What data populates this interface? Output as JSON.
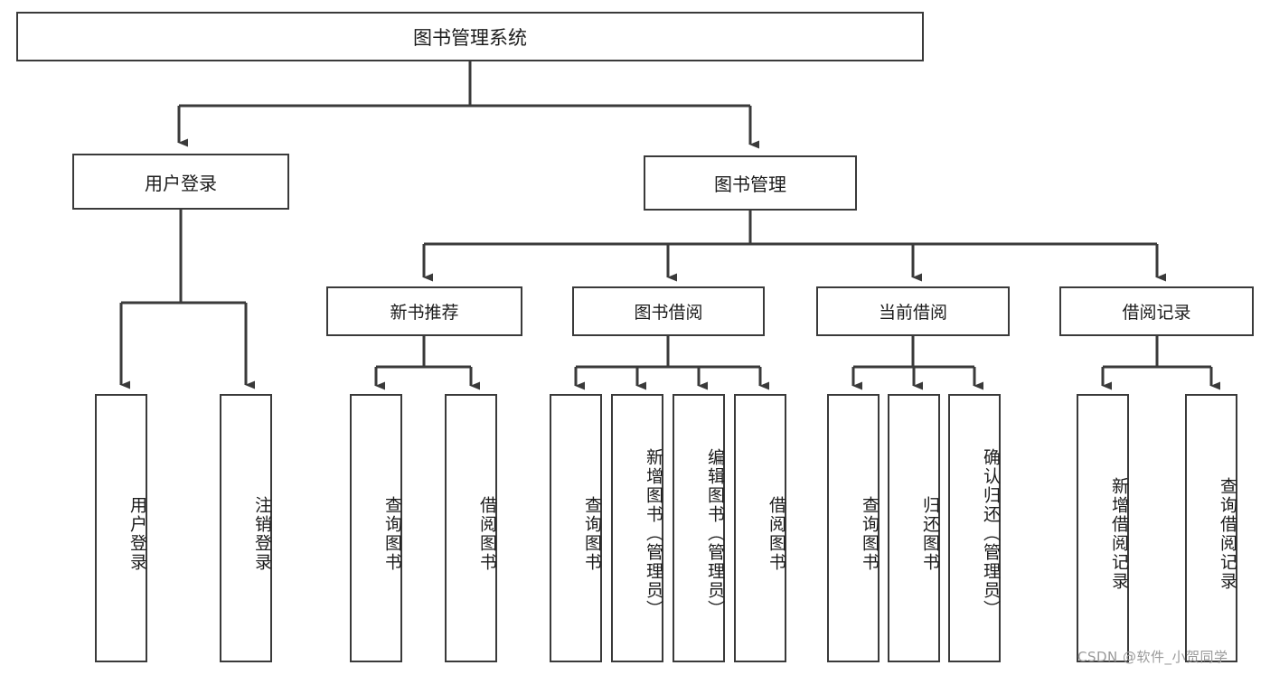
{
  "diagram": {
    "title": "图书管理系统",
    "type": "tree",
    "root": {
      "label": "图书管理系统"
    },
    "level1": [
      {
        "label": "用户登录"
      },
      {
        "label": "图书管理"
      }
    ],
    "level2": [
      {
        "label": "新书推荐"
      },
      {
        "label": "图书借阅"
      },
      {
        "label": "当前借阅"
      },
      {
        "label": "借阅记录"
      }
    ],
    "leaves": {
      "user_login": [
        {
          "label": "用户登录"
        },
        {
          "label": "注销登录"
        }
      ],
      "new_book_recommend": [
        {
          "label": "查询图书"
        },
        {
          "label": "借阅图书"
        }
      ],
      "book_borrow": [
        {
          "label": "查询图书"
        },
        {
          "label": "新增图书（管理员）"
        },
        {
          "label": "编辑图书（管理员）"
        },
        {
          "label": "借阅图书"
        }
      ],
      "current_borrow": [
        {
          "label": "查询图书"
        },
        {
          "label": "归还图书"
        },
        {
          "label": "确认归还（管理员）"
        }
      ],
      "borrow_record": [
        {
          "label": "新增借阅记录"
        },
        {
          "label": "查询借阅记录"
        }
      ]
    }
  },
  "watermark": {
    "text": "CSDN @软件_小贺同学"
  },
  "colors": {
    "border": "#3a3a3a",
    "background": "#ffffff",
    "text": "#1b1b1b",
    "watermark": "#9a9a9a"
  }
}
